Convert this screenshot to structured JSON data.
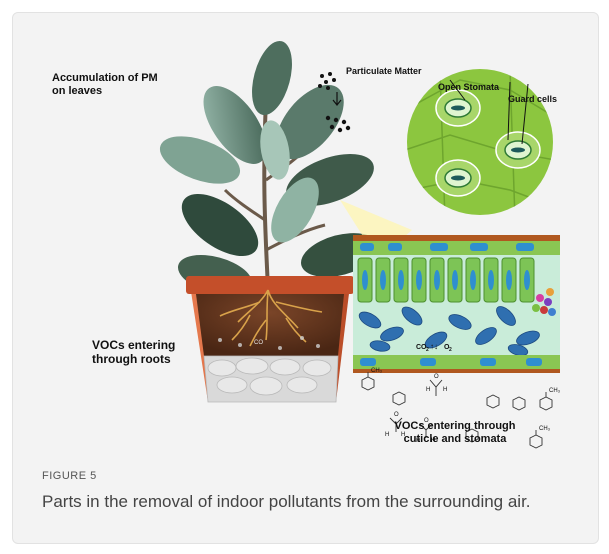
{
  "figure": {
    "labels": {
      "pm_accumulation_line1": "Accumulation of PM",
      "pm_accumulation_line2": "on leaves",
      "particulate_matter": "Particulate Matter",
      "open_stomata": "Open Stomata",
      "guard_cells": "Guard cells",
      "vocs_roots_line1": "VOCs entering",
      "vocs_roots_line2": "through roots",
      "vocs_cuticle_line1": "VOCs entering through",
      "vocs_cuticle_line2": "cuticle and stomata",
      "co2": "CO",
      "co2_sub": "2",
      "o2": "O",
      "o2_sub": "2",
      "ch3_a": "CH₃",
      "ch3_b": "CH₃",
      "ch3_c": "CH₃",
      "h": "H",
      "o": "O",
      "co_in_soil": "CO"
    },
    "colors": {
      "leaf_dark": "#3f5a4a",
      "leaf_light": "#8fb3a3",
      "pot": "#d8633b",
      "pot_rim": "#c44f2a",
      "soil": "#6b3a22",
      "root": "#d9a24a",
      "cell_green": "#74b84e",
      "stomata_circle": "#8cc63f",
      "chloroplast_blue": "#2f6fb0",
      "cuticle_brown": "#8a4a1e"
    }
  },
  "caption": {
    "heading": "FIGURE 5",
    "text": "Parts in the removal of indoor pollutants from the surrounding air."
  }
}
